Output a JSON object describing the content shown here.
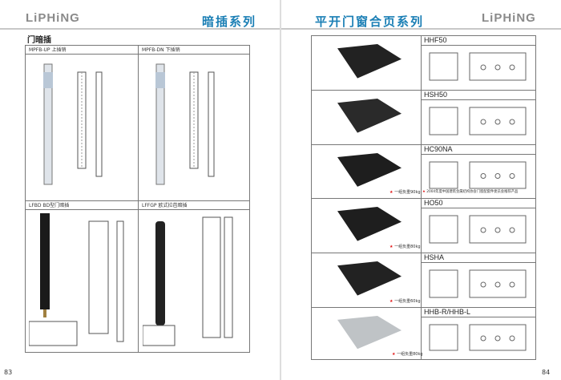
{
  "left_page": {
    "logo": "LiPHiNG",
    "series_title": "暗插系列",
    "section_title": "门暗插",
    "products": [
      {
        "code": "MPFB-UP",
        "name": "上插销"
      },
      {
        "code": "MPFB-DN",
        "name": "下插销"
      },
      {
        "code": "LFBD",
        "name": "BD型门暗插"
      },
      {
        "code": "LFFGP",
        "name": "欧式拉芭暗插"
      }
    ],
    "page_number": "83"
  },
  "right_page": {
    "logo": "LiPHiNG",
    "series_title": "平开门窗合页系列",
    "products": [
      {
        "code": "HHF50",
        "load": ""
      },
      {
        "code": "HSH50",
        "load": ""
      },
      {
        "code": "HC90NA",
        "load": "一组负重90kg",
        "note": "2004年度中国建筑金属结构协会门窗配套件委员会推荐产品"
      },
      {
        "code": "HO50",
        "load": "一组负重80kg"
      },
      {
        "code": "HSHA",
        "load": "一组负重60kg"
      },
      {
        "code": "HHB-R/HHB-L",
        "load": "一组负重80kg"
      }
    ],
    "page_number": "84"
  },
  "colors": {
    "title_blue": "#1b7fb5",
    "star_red": "#e01010",
    "logo_grey": "#8a8a8a"
  }
}
